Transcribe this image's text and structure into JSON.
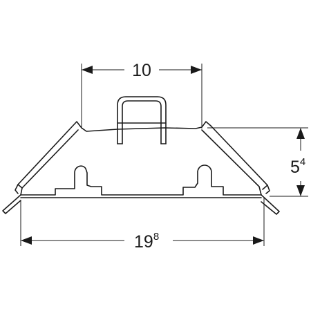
{
  "drawing": {
    "dimensions": {
      "top_width": {
        "value": "10",
        "superscript": ""
      },
      "bottom_width": {
        "value": "19",
        "superscript": "8"
      },
      "height": {
        "value": "5",
        "superscript": "4"
      }
    }
  }
}
